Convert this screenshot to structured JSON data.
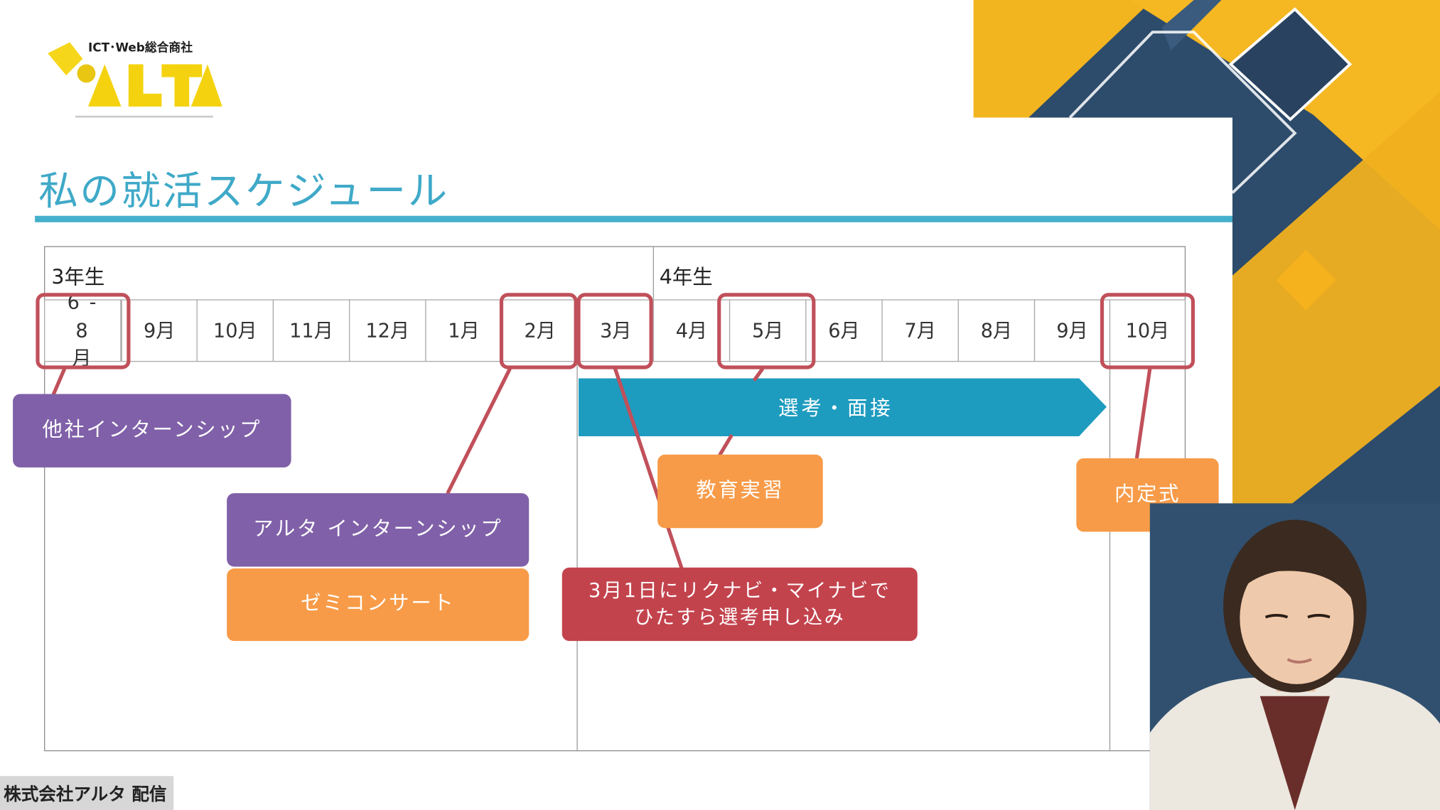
{
  "logo": {
    "tagline": "ICT･Web総合商社",
    "wordmark": "ALTA"
  },
  "slide_title": "私の就活スケジュール",
  "years": [
    "3年生",
    "4年生"
  ],
  "months": [
    "6 - 8 月",
    "9月",
    "10月",
    "11月",
    "12月",
    "1月",
    "2月",
    "3月",
    "4月",
    "5月",
    "6月",
    "7月",
    "8月",
    "9月",
    "10月"
  ],
  "highlighted_months": [
    "6 - 8 月",
    "2月",
    "3月",
    "5月",
    "10月"
  ],
  "selection_bar": "選考・面接",
  "events": {
    "other_internship": "他社インターンシップ",
    "alta_internship": "アルタ インターンシップ",
    "seminar_concert": "ゼミコンサート",
    "teaching_practice": "教育実習",
    "march_entry_line1": "3月1日にリクナビ・マイナビで",
    "march_entry_line2": "ひたすら選考申し込み",
    "offer_ceremony": "内定式"
  },
  "stream_caption": "株式会社アルタ 配信",
  "colors": {
    "title": "#3fa9c8",
    "purple": "#8060a8",
    "orange": "#f79b48",
    "red": "#c3434d",
    "teal": "#1e9cbf",
    "highlight": "#c0505a",
    "navy": "#2c4a6a",
    "gold": "#f5b21c"
  }
}
